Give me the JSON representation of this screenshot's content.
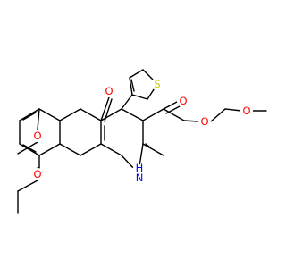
{
  "diagram": {
    "type": "chemical-structure",
    "colors": {
      "bond": "#000000",
      "O": "#ff0000",
      "N": "#0000ff",
      "S": "#cccc00"
    },
    "atoms": [
      {
        "id": "O_ketone",
        "label": "O",
        "element": "O"
      },
      {
        "id": "S_thiophene",
        "label": "S",
        "element": "S"
      },
      {
        "id": "O_ester_carbonyl",
        "label": "O",
        "element": "O"
      },
      {
        "id": "O_ester",
        "label": "O",
        "element": "O"
      },
      {
        "id": "O_ether",
        "label": "O",
        "element": "O"
      },
      {
        "id": "O_methoxy",
        "label": "O",
        "element": "O"
      },
      {
        "id": "O_ethoxy",
        "label": "O",
        "element": "O"
      },
      {
        "id": "N_H",
        "label": "H",
        "element": "N"
      },
      {
        "id": "N_ring",
        "label": "N",
        "element": "N"
      }
    ]
  }
}
